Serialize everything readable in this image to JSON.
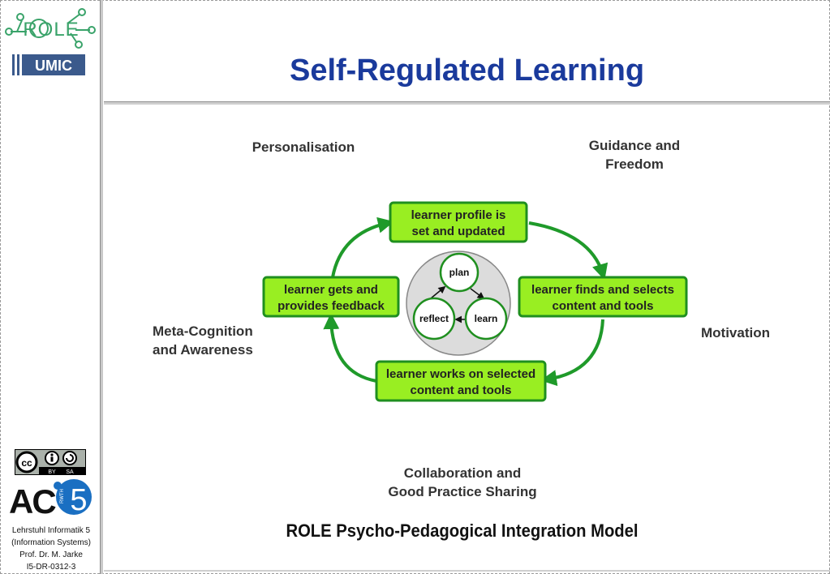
{
  "slide": {
    "title": "Self-Regulated Learning",
    "caption": "ROLE Psycho-Pedagogical Integration Model"
  },
  "logos": {
    "role": "ROLE",
    "umic": "UMIC",
    "cc_badge": {
      "by": "BY",
      "sa": "SA"
    },
    "acis": {
      "ac": "AC",
      "five": "5",
      "rwth": "RWTH"
    }
  },
  "footer": {
    "line1": "Lehrstuhl Informatik 5",
    "line2": "(Information Systems)",
    "line3": "Prof. Dr. M. Jarke",
    "line4": "I5-DR-0312-3"
  },
  "diagram": {
    "corners": {
      "top_left": [
        "Personalisation"
      ],
      "top_right": [
        "Guidance and",
        "Freedom"
      ],
      "left": [
        "Meta-Cognition",
        "and Awareness"
      ],
      "right": [
        "Motivation"
      ],
      "bottom": [
        "Collaboration and",
        "Good Practice Sharing"
      ]
    },
    "boxes": {
      "top": [
        "learner profile is",
        "set and updated"
      ],
      "right": [
        "learner finds and selects",
        "content and tools"
      ],
      "bottom": [
        "learner works on selected",
        "content and tools"
      ],
      "left": [
        "learner gets and",
        "provides feedback"
      ]
    },
    "inner": {
      "plan": "plan",
      "learn": "learn",
      "reflect": "reflect"
    },
    "colors": {
      "box_fill": "#99ee22",
      "box_border": "#1f8f1f",
      "arrow": "#1f9a2a",
      "hub": "#dcdcdc"
    }
  }
}
